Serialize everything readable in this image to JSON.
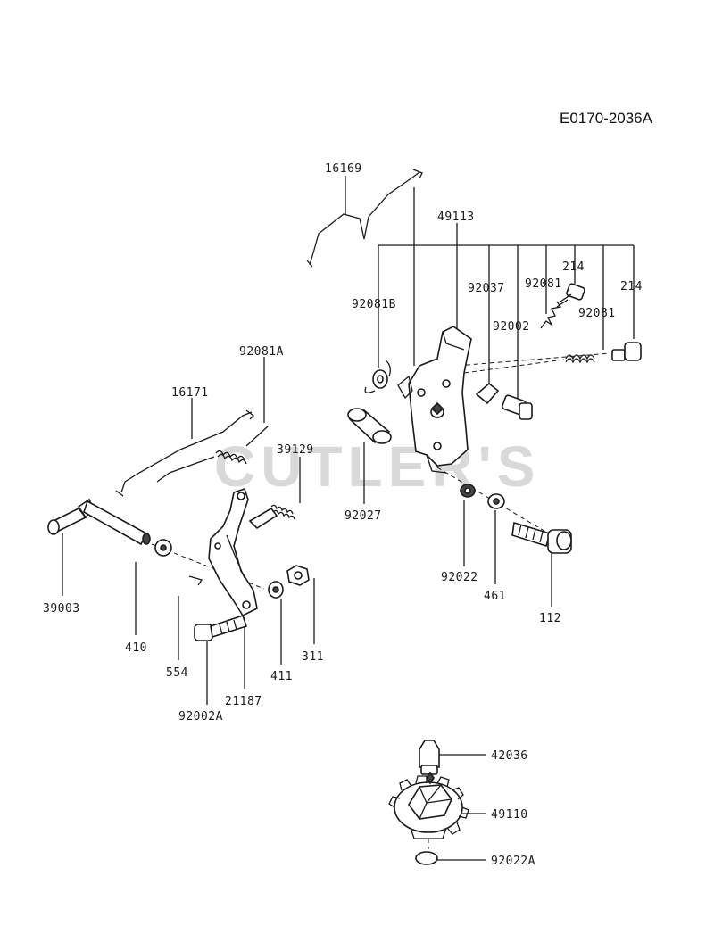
{
  "diagram_code": "E0170-2036A",
  "watermark": "CUTLER'S",
  "labels": {
    "p16169": "16169",
    "p49113": "49113",
    "p214a": "214",
    "p214b": "214",
    "p92081a_top": "92081",
    "p92081b_right": "92081",
    "p92037": "92037",
    "p92081B": "92081B",
    "p92002": "92002",
    "p92081A": "92081A",
    "p16171": "16171",
    "p39129": "39129",
    "p92027": "92027",
    "p92022": "92022",
    "p461": "461",
    "p112": "112",
    "p39003": "39003",
    "p410": "410",
    "p554": "554",
    "p411": "411",
    "p311": "311",
    "p21187": "21187",
    "p92002A": "92002A",
    "p42036": "42036",
    "p49110": "49110",
    "p92022A": "92022A"
  }
}
